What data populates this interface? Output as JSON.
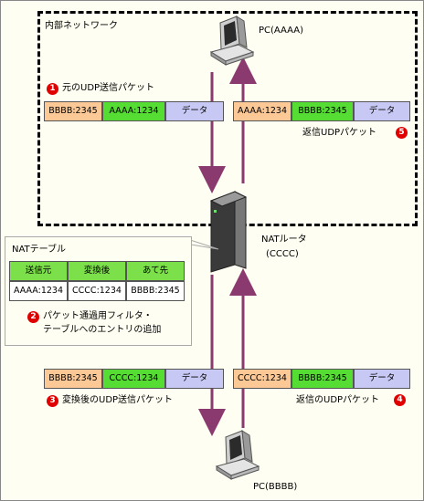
{
  "network": {
    "internal_label": "内部ネットワーク",
    "pc_internal_label": "PC(AAAA)",
    "pc_external_label": "PC(BBBB)",
    "router_label": "NATルータ",
    "router_sub_label": "(CCCC)"
  },
  "packets": {
    "p1": {
      "number": "1",
      "caption": "元のUDP送信パケット",
      "src": "BBBB:2345",
      "dst": "AAAA:1234",
      "data": "データ"
    },
    "p3": {
      "number": "3",
      "caption": "変換後のUDP送信パケット",
      "src": "BBBB:2345",
      "dst": "CCCC:1234",
      "data": "データ"
    },
    "p4": {
      "number": "4",
      "caption": "返信のUDPパケット",
      "src": "CCCC:1234",
      "dst": "BBBB:2345",
      "data": "データ"
    },
    "p5": {
      "number": "5",
      "caption": "返信UDPパケット",
      "src": "AAAA:1234",
      "dst": "BBBB:2345",
      "data": "データ"
    }
  },
  "nat_table": {
    "title": "NATテーブル",
    "headers": [
      "送信元",
      "変換後",
      "あて先"
    ],
    "row": [
      "AAAA:1234",
      "CCCC:1234",
      "BBBB:2345"
    ],
    "step_number": "2",
    "note_line1": "パケット通過用フィルタ・",
    "note_line2": "テーブルへのエントリの追加"
  },
  "colors": {
    "orange": "#fbc896",
    "green": "#55dd33",
    "lavender": "#c8c8f4",
    "table_green": "#7ce04a",
    "arrow": "#8a3a6e",
    "badge": "#e00000"
  }
}
